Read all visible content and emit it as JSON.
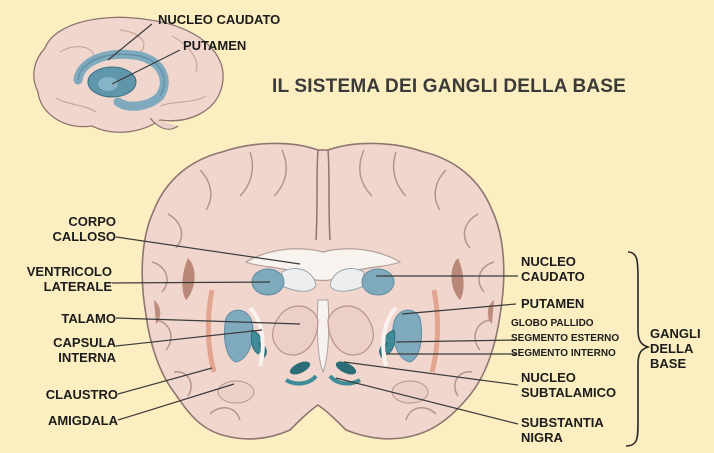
{
  "title": "IL SISTEMA DEI GANGLI DELLA BASE",
  "inset": {
    "caudate_label": "NUCLEO CAUDATO",
    "putamen_label": "PUTAMEN"
  },
  "left_labels": {
    "corpo": [
      "CORPO",
      "CALLOSO"
    ],
    "ventricolo": [
      "VENTRICOLO",
      "LATERALE"
    ],
    "talamo": "TALAMO",
    "capsula": [
      "CAPSULA",
      "INTERNA"
    ],
    "claustro": "CLAUSTRO",
    "amigdala": "AMIGDALA"
  },
  "right_labels": {
    "caudato": [
      "NUCLEO",
      "CAUDATO"
    ],
    "putamen": "PUTAMEN",
    "globo": "GLOBO PALLIDO",
    "seg_esterno": "SEGMENTO ESTERNO",
    "seg_interno": "SEGMENTO INTERNO",
    "subtalamico": [
      "NUCLEO",
      "SUBTALAMICO"
    ],
    "nigra": [
      "SUBSTANTIA",
      "NIGRA"
    ]
  },
  "group_label": [
    "GANGLI",
    "DELLA",
    "BASE"
  ],
  "colors": {
    "background": "#fbeec0",
    "brain_tissue": "#f1d6ce",
    "brain_outline": "#8d7570",
    "sulcus_dark": "#b07a6a",
    "caudate_blue": "#7fa9bd",
    "pallidus_teal": "#3e8c97",
    "dark_teal": "#2c6e78",
    "white_matter": "#f9f3ef"
  }
}
